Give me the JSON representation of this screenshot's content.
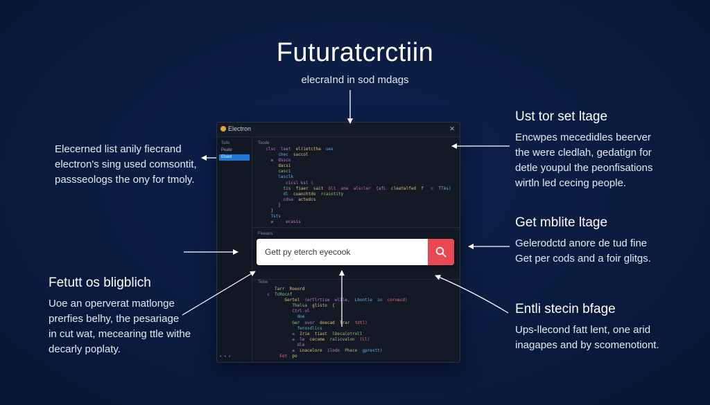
{
  "title": "Futuratcrctiin",
  "subtitle": "elecraInd in sod mdags",
  "window": {
    "app_name": "Electron",
    "close_symbol": "×",
    "sidebar": {
      "label": "Tollo",
      "items": [
        "Peate",
        "Elsed"
      ],
      "bottom_icons": "•••"
    },
    "top_pane_label": "Toode",
    "bottom_pane_label": "Fleeans",
    "bottom_pane_label2": "Telne"
  },
  "search": {
    "placeholder": "Gett py eterch eyecook",
    "button_icon": "search-icon"
  },
  "callouts": {
    "left_top": {
      "lines": [
        "Elecerned list anily fiecrand",
        "electron's sing used comsontit,",
        "passseologs the ony for tmoly."
      ]
    },
    "left_bottom": {
      "heading": "Fetutt os bligblich",
      "lines": [
        "Uoe an operverat matlonge",
        "prerfies belhy, the pesariage",
        "in cut wat, mecearing ttle withe",
        "decarly poplaty."
      ]
    },
    "right_top": {
      "heading": "Ust tor set ltage",
      "lines": [
        "Encwpes mecedidles beerver",
        "the were cledlah, gedatign for",
        "detle youpul the peonfisations",
        "wirtln led cecing people."
      ]
    },
    "right_mid": {
      "heading": "Get mblite ltage",
      "lines": [
        "Gelerodctd anore de tud fine",
        "Get per cods and a foir glitgs."
      ]
    },
    "right_bottom": {
      "heading": "Entli stecin bfage",
      "lines": [
        "Ups-llecond fatt lent, one arid",
        "inagapes and by scomenotiont."
      ]
    }
  },
  "colors": {
    "background": "#0b1b40",
    "search_button": "#e84a55",
    "sidebar_active": "#1e78d6"
  }
}
